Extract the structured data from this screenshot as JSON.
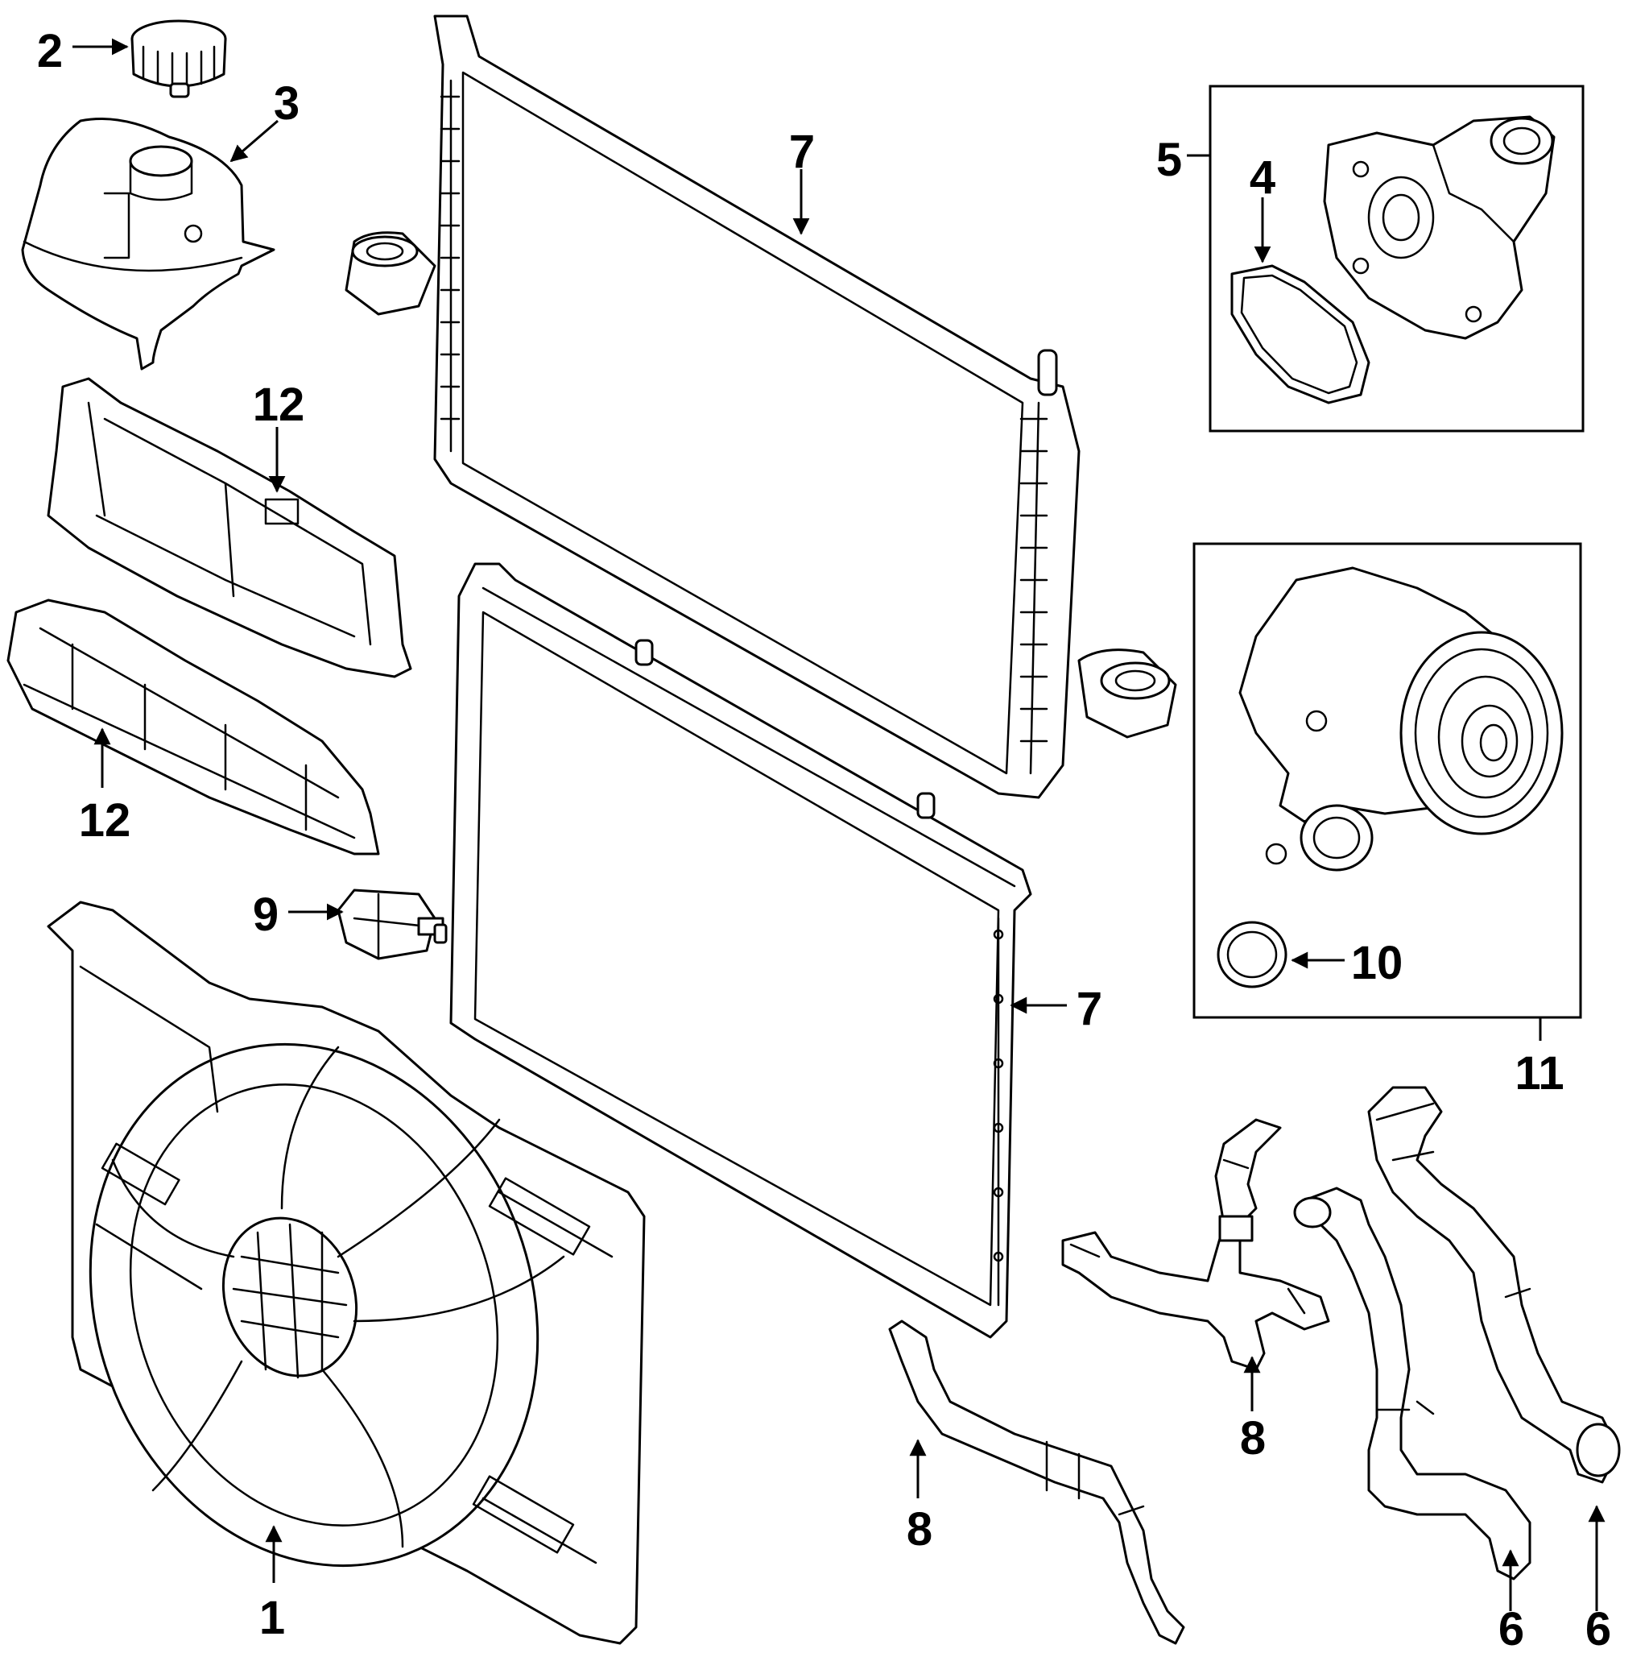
{
  "callouts": [
    {
      "id": "c2",
      "label": "2"
    },
    {
      "id": "c3",
      "label": "3"
    },
    {
      "id": "c7a",
      "label": "7"
    },
    {
      "id": "c5",
      "label": "5"
    },
    {
      "id": "c4",
      "label": "4"
    },
    {
      "id": "c12a",
      "label": "12"
    },
    {
      "id": "c12b",
      "label": "12"
    },
    {
      "id": "c9",
      "label": "9"
    },
    {
      "id": "c10",
      "label": "10"
    },
    {
      "id": "c7b",
      "label": "7"
    },
    {
      "id": "c11",
      "label": "11"
    },
    {
      "id": "c1",
      "label": "1"
    },
    {
      "id": "c8a",
      "label": "8"
    },
    {
      "id": "c8b",
      "label": "8"
    },
    {
      "id": "c6a",
      "label": "6"
    },
    {
      "id": "c6b",
      "label": "6"
    }
  ],
  "colors": {
    "line": "#000000",
    "background": "#ffffff"
  }
}
